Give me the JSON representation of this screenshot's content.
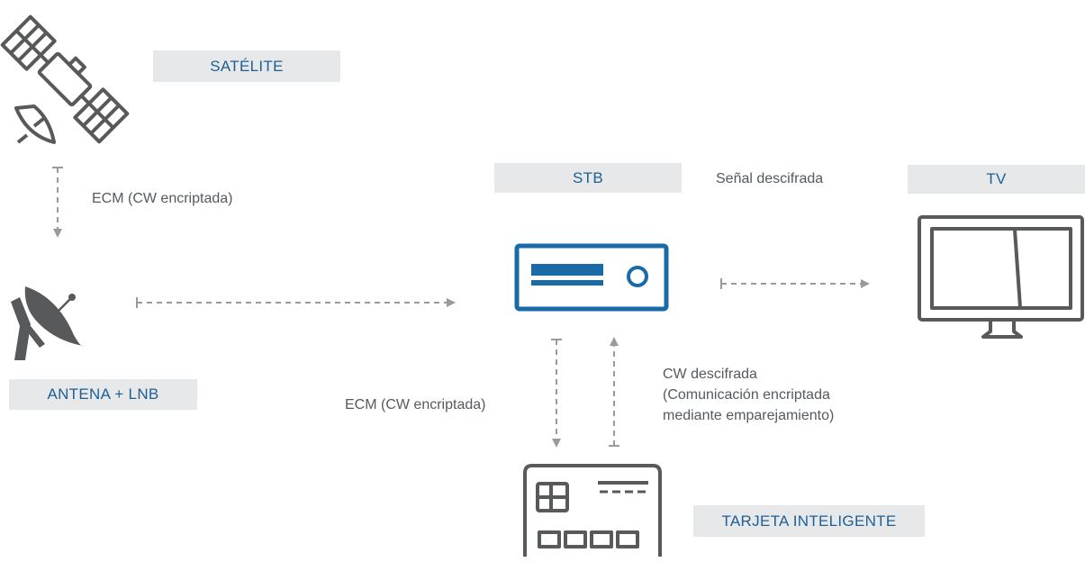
{
  "labels": {
    "satellite": "SATÉLITE",
    "antenna": "ANTENA + LNB",
    "stb": "STB",
    "tv": "TV",
    "smartcard": "TARJETA INTELIGENTE"
  },
  "annotations": {
    "sat_to_antenna": "ECM (CW encriptada)",
    "stb_to_tv": "Señal descifrada",
    "stb_to_card": "ECM (CW encriptada)",
    "card_to_stb_line1": "CW descifrada",
    "card_to_stb_line2": "(Comunicación encriptada",
    "card_to_stb_line3": "mediante emparejamiento)"
  },
  "icons": {
    "satellite": "satellite-icon",
    "antenna": "satellite-dish-icon",
    "stb": "set-top-box-icon",
    "tv": "television-icon",
    "smartcard": "smart-card-icon"
  },
  "colors": {
    "icon_gray": "#58595b",
    "stb_blue": "#1a6aa8",
    "label_bg": "#e6e8ea",
    "label_text": "#1f5f94",
    "arrow": "#9a9a9a"
  }
}
